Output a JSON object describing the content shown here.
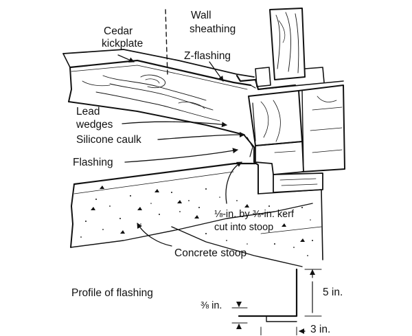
{
  "labels": {
    "cedar_kickplate_1": "Cedar",
    "cedar_kickplate_2": "kickplate",
    "wall_sheathing_1": "Wall",
    "wall_sheathing_2": "sheathing",
    "z_flashing": "Z-flashing",
    "lead_wedges_1": "Lead",
    "lead_wedges_2": "wedges",
    "silicone_caulk": "Silicone caulk",
    "flashing": "Flashing",
    "kerf_1": "⅛-in. by ⅜-in. kerf",
    "kerf_2": "cut into stoop",
    "concrete_stoop": "Concrete stoop",
    "profile_of_flashing": "Profile of flashing",
    "dim_5in": "5 in.",
    "dim_3in": "3 in.",
    "dim_3_8in": "⅜ in."
  },
  "colors": {
    "ink": "#111111",
    "paper": "#ffffff"
  }
}
